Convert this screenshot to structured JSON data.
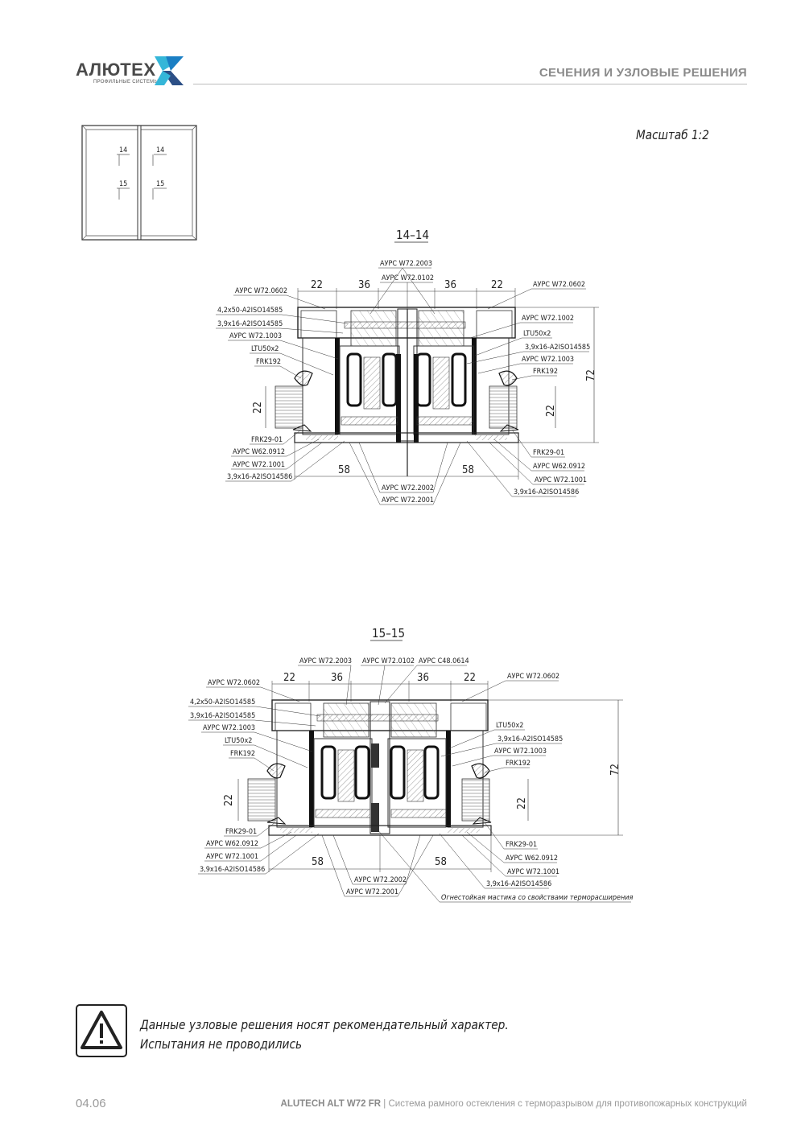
{
  "header": {
    "brand": "АЛЮТЕХ",
    "brand_sub": "ПРОФИЛЬНЫЕ СИСТЕМЫ",
    "section_title": "СЕЧЕНИЯ И УЗЛОВЫЕ РЕШЕНИЯ",
    "brand_colors": [
      "#1a7fc4",
      "#35b6d8",
      "#2c4f86"
    ]
  },
  "scale_label": "Масштаб 1:2",
  "key_plan": {
    "marks": [
      "14",
      "15",
      "14",
      "15"
    ]
  },
  "section_14": {
    "title": "14–14",
    "dims": {
      "top": [
        "22",
        "36",
        "36",
        "22"
      ],
      "bottom": [
        "58",
        "58"
      ],
      "height": "72",
      "left_side": "22",
      "right_side": "22"
    },
    "labels_top": [
      "АУРС W72.2003",
      "АУРС W72.0102"
    ],
    "labels_left": [
      "АУРС W72.0602",
      "4,2х50-A2ISO14585",
      "3,9х16-A2ISO14585",
      "АУРС W72.1003",
      "LTU50х2",
      "FRK192",
      "FRK29-01",
      "АУРС W62.0912",
      "АУРС W72.1001",
      "3,9х16-A2ISO14586"
    ],
    "labels_right": [
      "АУРС W72.0602",
      "АУРС W72.1002",
      "LTU50х2",
      "3,9х16-A2ISO14585",
      "АУРС W72.1003",
      "FRK192",
      "FRK29-01",
      "АУРС W62.0912",
      "АУРС W72.1001",
      "3,9х16-A2ISO14586"
    ],
    "labels_bottom": [
      "АУРС W72.2002",
      "АУРС W72.2001"
    ]
  },
  "section_15": {
    "title": "15–15",
    "dims": {
      "top": [
        "22",
        "36",
        "36",
        "22"
      ],
      "bottom": [
        "58",
        "58"
      ],
      "height": "72",
      "left_side": "22",
      "right_side": "22"
    },
    "labels_top": [
      "АУРС W72.2003",
      "АУРС W72.0102",
      "АУРС C48.0614"
    ],
    "labels_left": [
      "АУРС W72.0602",
      "4,2х50-A2ISO14585",
      "3,9х16-A2ISO14585",
      "АУРС W72.1003",
      "LTU50х2",
      "FRK192",
      "FRK29-01",
      "АУРС W62.0912",
      "АУРС W72.1001",
      "3,9х16-A2ISO14586"
    ],
    "labels_right": [
      "АУРС W72.0602",
      "LTU50х2",
      "3,9х16-A2ISO14585",
      "АУРС W72.1003",
      "FRK192",
      "FRK29-01",
      "АУРС W62.0912",
      "АУРС W72.1001",
      "3,9х16-A2ISO14586"
    ],
    "labels_bottom": [
      "АУРС W72.2002",
      "АУРС W72.2001"
    ],
    "note": "Огнестойкая мастика со свойствами терморасширения"
  },
  "warning": {
    "line1": "Данные узловые решения носят рекомендательный характер.",
    "line2": "Испытания не проводились"
  },
  "footer": {
    "page": "04.06",
    "product": "ALUTECH ALT W72 FR",
    "separator": " | ",
    "description": "Система рамного остекления с терморазрывом для противопожарных конструкций"
  }
}
